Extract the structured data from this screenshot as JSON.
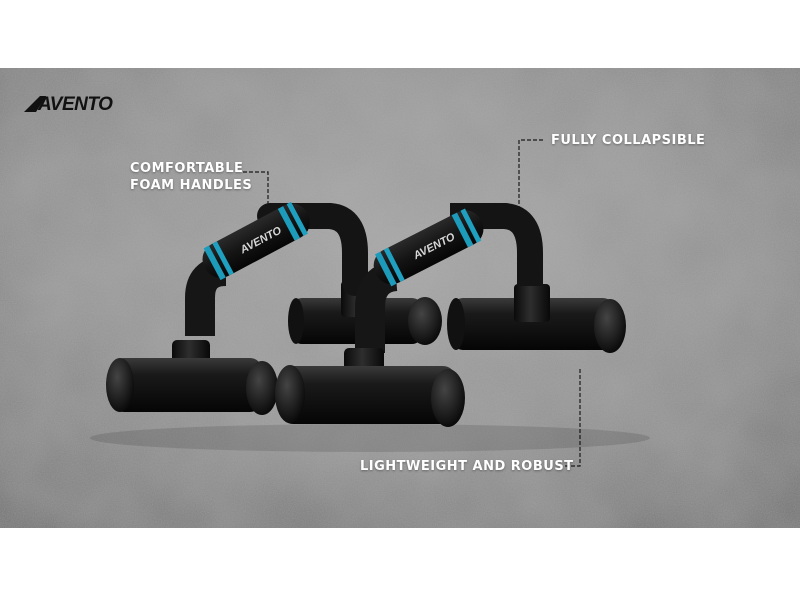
{
  "brand": {
    "logo_text": "AVENTO"
  },
  "callouts": {
    "foam_line1": "COMFORTABLE",
    "foam_line2": "FOAM HANDLES",
    "collapsible": "FULLY COLLAPSIBLE",
    "lightweight": "LIGHTWEIGHT AND ROBUST"
  },
  "handle_logo_text": "AVENTO",
  "colors": {
    "background_concrete": "#8d8d8d",
    "page_bars": "#ffffff",
    "bar_black": "#0e0e0e",
    "foam_accent_blue": "#1fa0c0",
    "text": "#ffffff"
  },
  "product": {
    "name": "push-up bars",
    "count": 2
  }
}
